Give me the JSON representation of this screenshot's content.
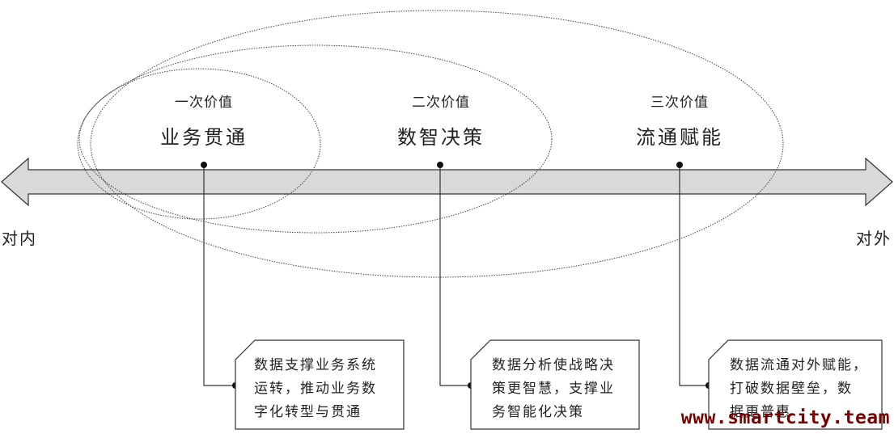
{
  "axis": {
    "left_label": "对内",
    "right_label": "对外"
  },
  "stages": [
    {
      "level": "一次价值",
      "title": "业务贯通",
      "note_lines": [
        "数据支撑业务系统",
        "运转，推动业务数",
        "字化转型与贯通"
      ]
    },
    {
      "level": "二次价值",
      "title": "数智决策",
      "note_lines": [
        "数据分析使战略决",
        "策更智慧，支撑业",
        "务智能化决策"
      ]
    },
    {
      "level": "三次价值",
      "title": "流通赋能",
      "note_lines": [
        "数据流通对外赋能，",
        "打破数据壁垒，数",
        "据更普惠"
      ]
    }
  ],
  "watermark": "www.smartcity.team",
  "colors": {
    "arrow_fill": "#d9d9d9",
    "stroke": "#333333",
    "watermark": "#7a0000"
  }
}
